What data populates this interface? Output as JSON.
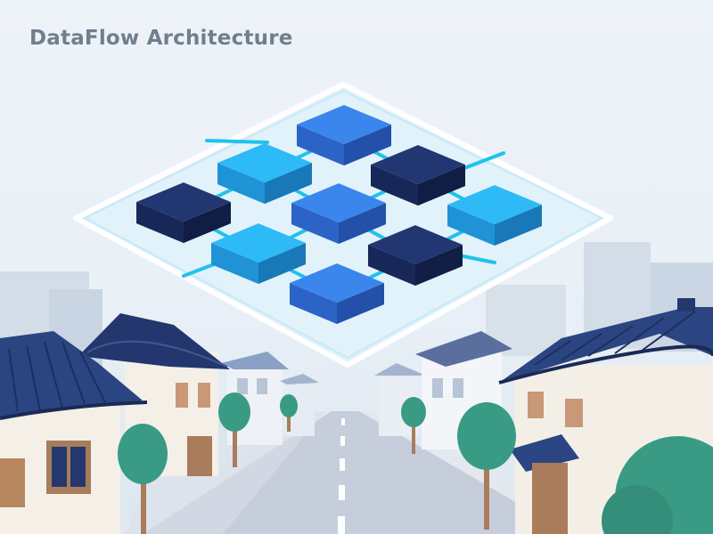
{
  "title": "DataFlow Architecture",
  "colors": {
    "background": "#eaf1f7",
    "block_blue": "#3a7ee6",
    "block_cyan": "#29b6f6",
    "block_navy": "#1f3266",
    "connector": "#1fc2ee",
    "roof": "#33508f",
    "tree": "#3a9b84"
  },
  "diagram": {
    "nodes": [
      {
        "id": "n1",
        "variant": "blue"
      },
      {
        "id": "n2",
        "variant": "cyan"
      },
      {
        "id": "n3",
        "variant": "navy"
      },
      {
        "id": "n4",
        "variant": "navy"
      },
      {
        "id": "n5",
        "variant": "blue"
      },
      {
        "id": "n6",
        "variant": "cyan"
      },
      {
        "id": "n7",
        "variant": "cyan"
      },
      {
        "id": "n8",
        "variant": "navy"
      },
      {
        "id": "n9",
        "variant": "blue"
      }
    ],
    "links": [
      [
        "n1",
        "n2"
      ],
      [
        "n1",
        "n3"
      ],
      [
        "n2",
        "n4"
      ],
      [
        "n2",
        "n5"
      ],
      [
        "n3",
        "n5"
      ],
      [
        "n3",
        "n6"
      ],
      [
        "n4",
        "n7"
      ],
      [
        "n5",
        "n7"
      ],
      [
        "n5",
        "n8"
      ],
      [
        "n6",
        "n8"
      ],
      [
        "n7",
        "n9"
      ],
      [
        "n8",
        "n9"
      ]
    ]
  }
}
